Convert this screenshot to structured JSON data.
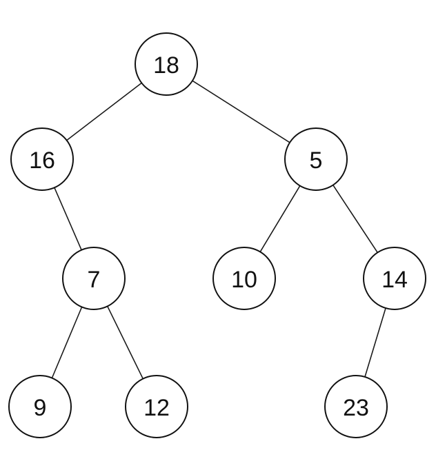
{
  "tree": {
    "nodes": [
      {
        "id": "n18",
        "label": "18"
      },
      {
        "id": "n16",
        "label": "16"
      },
      {
        "id": "n5",
        "label": "5"
      },
      {
        "id": "n7",
        "label": "7"
      },
      {
        "id": "n10",
        "label": "10"
      },
      {
        "id": "n14",
        "label": "14"
      },
      {
        "id": "n9",
        "label": "9"
      },
      {
        "id": "n12",
        "label": "12"
      },
      {
        "id": "n23",
        "label": "23"
      }
    ],
    "edges": [
      {
        "from": "n18",
        "to": "n16"
      },
      {
        "from": "n18",
        "to": "n5"
      },
      {
        "from": "n16",
        "to": "n7"
      },
      {
        "from": "n5",
        "to": "n10"
      },
      {
        "from": "n5",
        "to": "n14"
      },
      {
        "from": "n7",
        "to": "n9"
      },
      {
        "from": "n7",
        "to": "n12"
      },
      {
        "from": "n14",
        "to": "n23"
      }
    ]
  }
}
